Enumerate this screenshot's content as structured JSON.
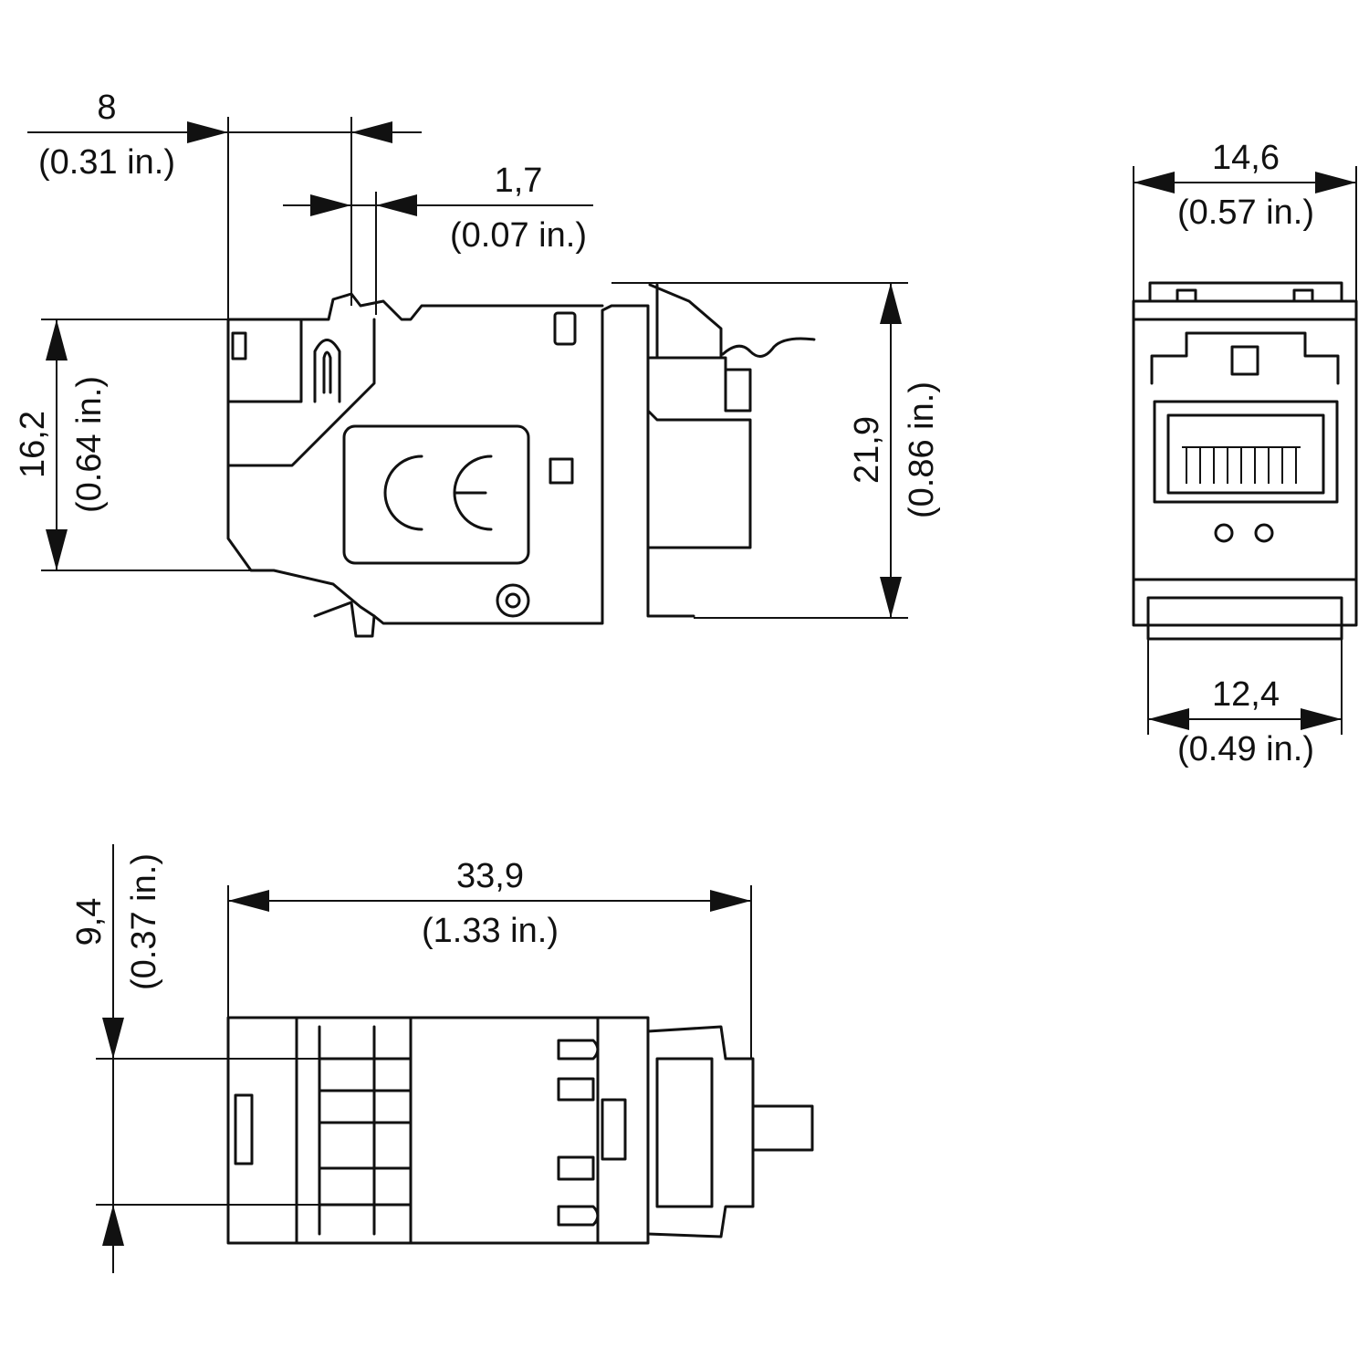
{
  "side_view": {
    "depth_top_mm": "8",
    "depth_top_in": "(0.31 in.)",
    "tab_mm": "1,7",
    "tab_in": "(0.07 in.)",
    "height_left_mm": "16,2",
    "height_left_in": "(0.64 in.)",
    "height_right_mm": "21,9",
    "height_right_in": "(0.86 in.)",
    "mark": "CE"
  },
  "front_view": {
    "width_top_mm": "14,6",
    "width_top_in": "(0.57 in.)",
    "width_bottom_mm": "12,4",
    "width_bottom_in": "(0.49 in.)"
  },
  "top_view": {
    "length_mm": "33,9",
    "length_in": "(1.33 in.)",
    "width_mm": "9,4",
    "width_in": "(0.37 in.)"
  }
}
